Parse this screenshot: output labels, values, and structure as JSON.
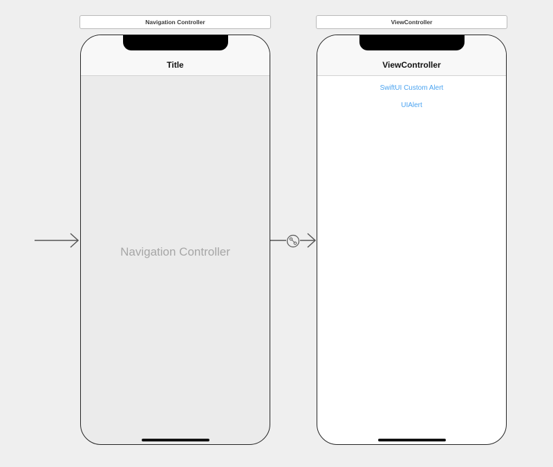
{
  "scenes": {
    "navigation_controller": {
      "label": "Navigation Controller",
      "nav_title": "Title",
      "placeholder": "Navigation Controller"
    },
    "view_controller": {
      "label": "ViewController",
      "nav_title": "ViewController",
      "buttons": [
        "SwiftUI Custom Alert",
        "UIAlert"
      ]
    }
  },
  "connections": {
    "entry_point_icon": "initial-view-controller-arrow-icon",
    "segue_icon": "relationship-segue-icon"
  },
  "colors": {
    "canvas": "#efefef",
    "button_tint": "#4aa3f0",
    "placeholder_text": "#a6a6a6",
    "nav_background": "#ebebeb"
  }
}
